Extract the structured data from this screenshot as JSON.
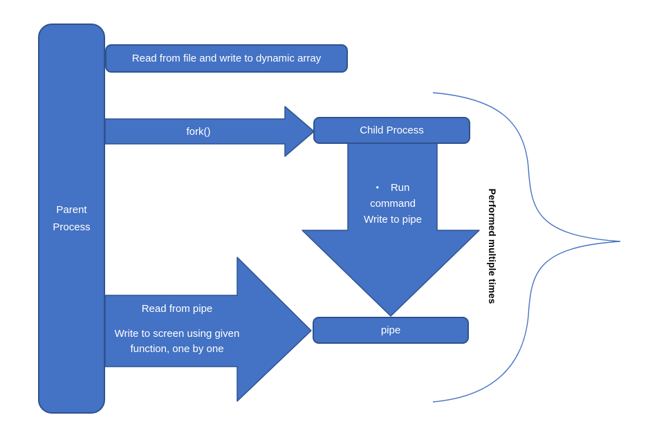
{
  "colors": {
    "shape_fill": "#4472C4",
    "shape_border": "#2F528F",
    "brace_stroke": "#4472C4",
    "shape_text_color": "#FFFFFF",
    "annotation_text_color": "#000000"
  },
  "nodes": {
    "parent_process": {
      "label": "Parent\nProcess"
    },
    "read_from_file": {
      "label": "Read from file and write to dynamic array"
    },
    "child_process": {
      "label": "Child Process"
    },
    "pipe": {
      "label": "pipe"
    }
  },
  "arrows": {
    "fork": {
      "label": "fork()"
    },
    "child_to_pipe": {
      "bullet": "•",
      "line1": "Run",
      "line2": "command",
      "line3": "Write to pipe"
    },
    "parent_to_pipe": {
      "line1": "Read from pipe",
      "line2": "Write to screen using given",
      "line3": "function, one by one"
    }
  },
  "annotation": {
    "label": "Performed multiple times"
  }
}
